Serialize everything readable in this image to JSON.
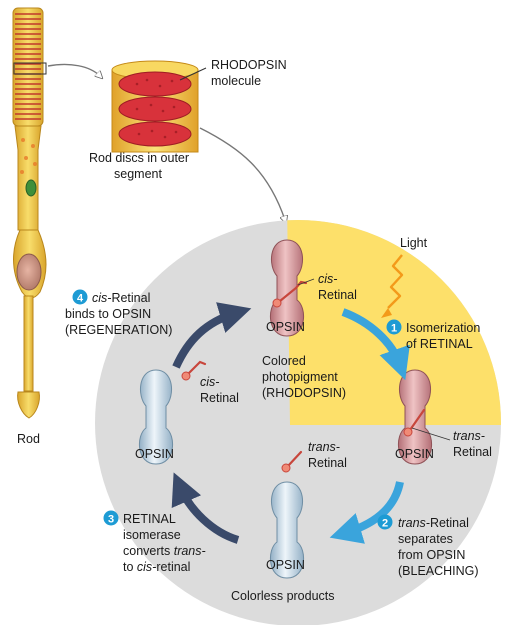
{
  "rod": {
    "label": "Rod"
  },
  "discs": {
    "rhodopsin_line1": "RHODOPSIN",
    "rhodopsin_line2": "molecule",
    "caption_line1": "Rod discs in outer",
    "caption_line2": "segment"
  },
  "light": "Light",
  "top_pigment": {
    "opsin": "OPSIN",
    "cis_1": "cis-",
    "cis_2": "Retinal",
    "colored_1": "Colored",
    "colored_2": "photopigment",
    "colored_3": "(RHODOPSIN)"
  },
  "right_pigment": {
    "opsin": "OPSIN",
    "trans_1": "trans-",
    "trans_2": "Retinal"
  },
  "bottom_opsin": {
    "opsin": "OPSIN",
    "caption": "Colorless products",
    "trans_1": "trans-",
    "trans_2": "Retinal"
  },
  "left_opsin": {
    "opsin": "OPSIN",
    "cis_1": "cis-",
    "cis_2": "Retinal"
  },
  "steps": [
    {
      "number": "1",
      "line1": "Isomerization",
      "line2": "of RETINAL"
    },
    {
      "number": "2",
      "line1_it": "trans-",
      "line1": "Retinal",
      "line2": "separates",
      "line3": "from OPSIN",
      "line4": "(BLEACHING)"
    },
    {
      "number": "3",
      "line1": "RETINAL",
      "line2": "isomerase",
      "line3": "converts ",
      "line3_it": "trans-",
      "line4": "to ",
      "line4_it": "cis-",
      "line4_end": "retinal"
    },
    {
      "number": "4",
      "line1_it": "cis-",
      "line1": "Retinal",
      "line2": "binds to OPSIN",
      "line3": "(REGENERATION)"
    }
  ],
  "colors": {
    "circle_bg": "#dcdcdc",
    "light_region": "#fde06a",
    "pigment": "#d9a3a6",
    "opsin": "#c9dbe8",
    "step_badge": "#1d9bd4",
    "dark_arrow": "#3a4a6a",
    "light_arrow": "#3aa4dc",
    "rod_body": "#f4d35a",
    "disc_red": "#d8323b"
  }
}
